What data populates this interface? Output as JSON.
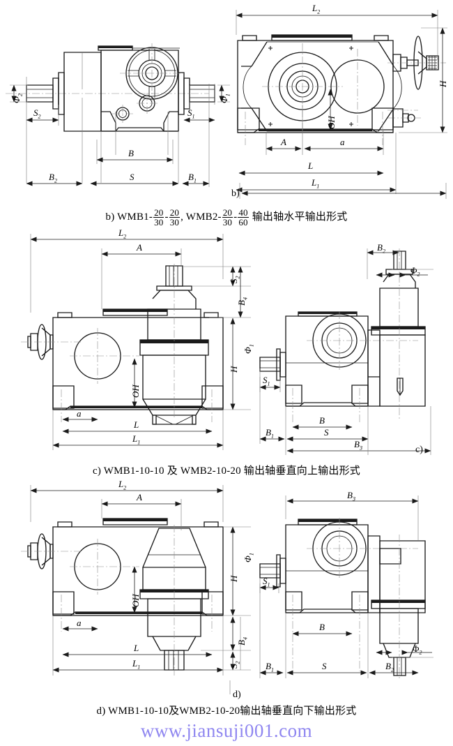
{
  "document": {
    "type": "mechanical-dimension-drawing",
    "watermark": "www.jiansuji001.com",
    "watermark_color": "#8f86f0",
    "line_color": "#1a1a1a"
  },
  "sections": [
    {
      "id": "b",
      "marker": "b)",
      "caption_parts": {
        "lead": "b) WMB1-",
        "frac1_num": "20",
        "frac1_den": "30",
        "sep1": "-",
        "frac2_num": "20",
        "frac2_den": "30",
        "mid": ", WMB2-",
        "frac3_num": "20",
        "frac3_den": "30",
        "sep2": "-",
        "frac4_num": "40",
        "frac4_den": "60",
        "tail": "输出轴水平输出形式"
      },
      "views": [
        {
          "name": "front-view",
          "labels": [
            "Φ₂",
            "S₂",
            "B₂",
            "B",
            "S",
            "B₁",
            "S₁",
            "Φ₁"
          ]
        },
        {
          "name": "side-view",
          "labels": [
            "L₂",
            "H",
            "OH",
            "A",
            "a",
            "L",
            "L₁"
          ]
        }
      ]
    },
    {
      "id": "c",
      "marker": "c)",
      "caption": "c) WMB1-10-10 及  WMB2-10-20  输出轴垂直向上输出形式",
      "views": [
        {
          "name": "side-view",
          "labels": [
            "L₂",
            "A",
            "S₂",
            "B₄",
            "H",
            "Φ₁",
            "OH",
            "a",
            "L",
            "L₁"
          ]
        },
        {
          "name": "front-view",
          "labels": [
            "B₂",
            "Φ₂",
            "S₁",
            "B",
            "S",
            "B₁",
            "B₃"
          ]
        }
      ]
    },
    {
      "id": "d",
      "marker": "d)",
      "caption": "d) WMB1-10-10及WMB2-10-20输出轴垂直向下输出形式",
      "views": [
        {
          "name": "side-view",
          "labels": [
            "L₂",
            "A",
            "H",
            "Φ₁",
            "OH",
            "a",
            "B₄",
            "S₂",
            "L",
            "L₁"
          ]
        },
        {
          "name": "front-view",
          "labels": [
            "B₃",
            "S₁",
            "B",
            "B₁",
            "S",
            "B₂",
            "Φ₂"
          ]
        }
      ]
    }
  ],
  "labels": {
    "b_front": {
      "phi2": "Φ",
      "phi2_sub": "2",
      "s2": "S",
      "s2_sub": "2",
      "b2": "B",
      "b2_sub": "2",
      "b": "B",
      "s": "S",
      "b1": "B",
      "b1_sub": "1",
      "s1": "S",
      "s1_sub": "1",
      "phi1": "Φ",
      "phi1_sub": "1"
    },
    "b_side": {
      "l2": "L",
      "l2_sub": "2",
      "h": "H",
      "oh": "OH",
      "a_upper": "A",
      "a_lower": "a",
      "l": "L",
      "l1": "L",
      "l1_sub": "1"
    },
    "c_left": {
      "l2": "L",
      "l2_sub": "2",
      "a_upper": "A",
      "s2": "S",
      "s2_sub": "2",
      "b4": "B",
      "b4_sub": "4",
      "h": "H",
      "phi1": "Φ",
      "phi1_sub": "1",
      "oh": "OH",
      "a_lower": "a",
      "l": "L",
      "l1": "L",
      "l1_sub": "1"
    },
    "c_right": {
      "b2": "B",
      "b2_sub": "2",
      "phi2": "Φ",
      "phi2_sub": "2",
      "s1": "S",
      "s1_sub": "1",
      "b": "B",
      "s": "S",
      "b1": "B",
      "b1_sub": "1",
      "b3": "B",
      "b3_sub": "3"
    },
    "d_left": {
      "l2": "L",
      "l2_sub": "2",
      "a_upper": "A",
      "h": "H",
      "phi1": "Φ",
      "phi1_sub": "1",
      "oh": "OH",
      "a_lower": "a",
      "b4": "B",
      "b4_sub": "4",
      "s2": "S",
      "s2_sub": "2",
      "l": "L",
      "l1": "L",
      "l1_sub": "1"
    },
    "d_right": {
      "b3": "B",
      "b3_sub": "3",
      "s1": "S",
      "s1_sub": "1",
      "b": "B",
      "b1": "B",
      "b1_sub": "1",
      "s": "S",
      "b2": "B",
      "b2_sub": "2",
      "phi2": "Φ",
      "phi2_sub": "2"
    }
  }
}
